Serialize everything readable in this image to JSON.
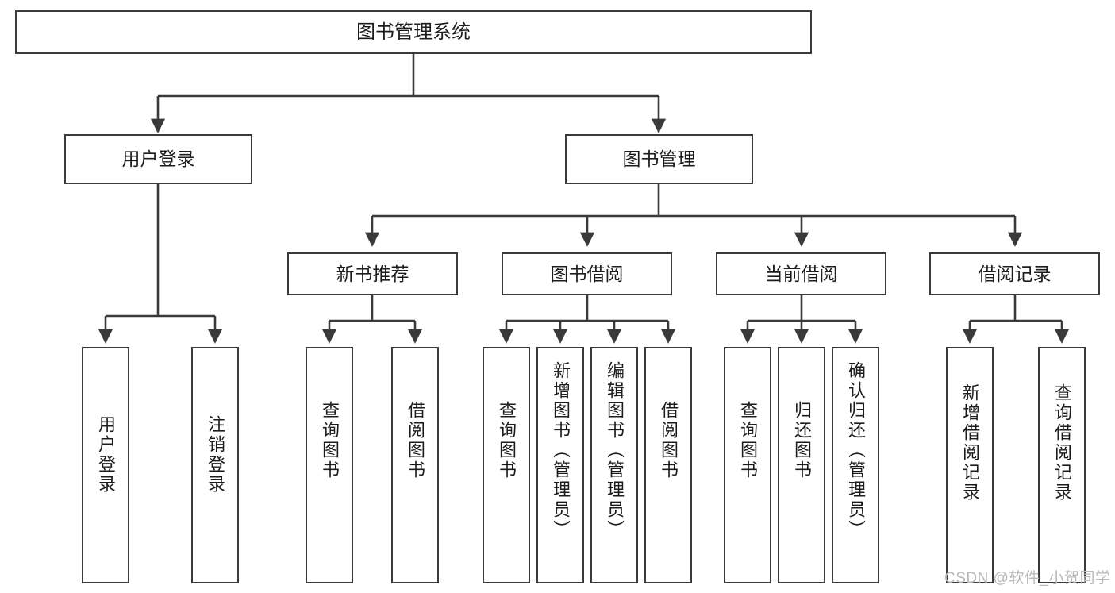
{
  "diagram": {
    "title": "图书管理系统",
    "type": "tree-hierarchy-diagram",
    "accent_color": "#3a3a3a",
    "background_color": "#ffffff",
    "text_color": "#1c1c1c",
    "watermark": "CSDN @软件_小贺同学"
  },
  "nodes": {
    "root": {
      "label": "图书管理系统"
    },
    "level1": [
      {
        "id": "user-login",
        "label": "用户登录"
      },
      {
        "id": "book-management",
        "label": "图书管理"
      }
    ],
    "level2": [
      {
        "id": "new-book-recommend",
        "label": "新书推荐"
      },
      {
        "id": "book-borrow",
        "label": "图书借阅"
      },
      {
        "id": "current-borrow",
        "label": "当前借阅"
      },
      {
        "id": "borrow-record",
        "label": "借阅记录"
      }
    ],
    "leaves": {
      "user_login": [
        {
          "id": "leaf-user-login",
          "label": "用户登录"
        },
        {
          "id": "leaf-logout",
          "label": "注销登录"
        }
      ],
      "new_book_recommend": [
        {
          "id": "leaf-query-books-1",
          "label": "查询图书"
        },
        {
          "id": "leaf-borrow-books-1",
          "label": "借阅图书"
        }
      ],
      "book_borrow": [
        {
          "id": "leaf-query-books-2",
          "label": "查询图书"
        },
        {
          "id": "leaf-add-book-admin",
          "label": "新增图书（管理员）"
        },
        {
          "id": "leaf-edit-book-admin",
          "label": "编辑图书（管理员）"
        },
        {
          "id": "leaf-borrow-books-2",
          "label": "借阅图书"
        }
      ],
      "current_borrow": [
        {
          "id": "leaf-query-books-3",
          "label": "查询图书"
        },
        {
          "id": "leaf-return-books",
          "label": "归还图书"
        },
        {
          "id": "leaf-confirm-return-admin",
          "label": "确认归还（管理员）"
        }
      ],
      "borrow_record": [
        {
          "id": "leaf-add-borrow-record",
          "label": "新增借阅记录"
        },
        {
          "id": "leaf-query-borrow-record",
          "label": "查询借阅记录"
        }
      ]
    }
  }
}
